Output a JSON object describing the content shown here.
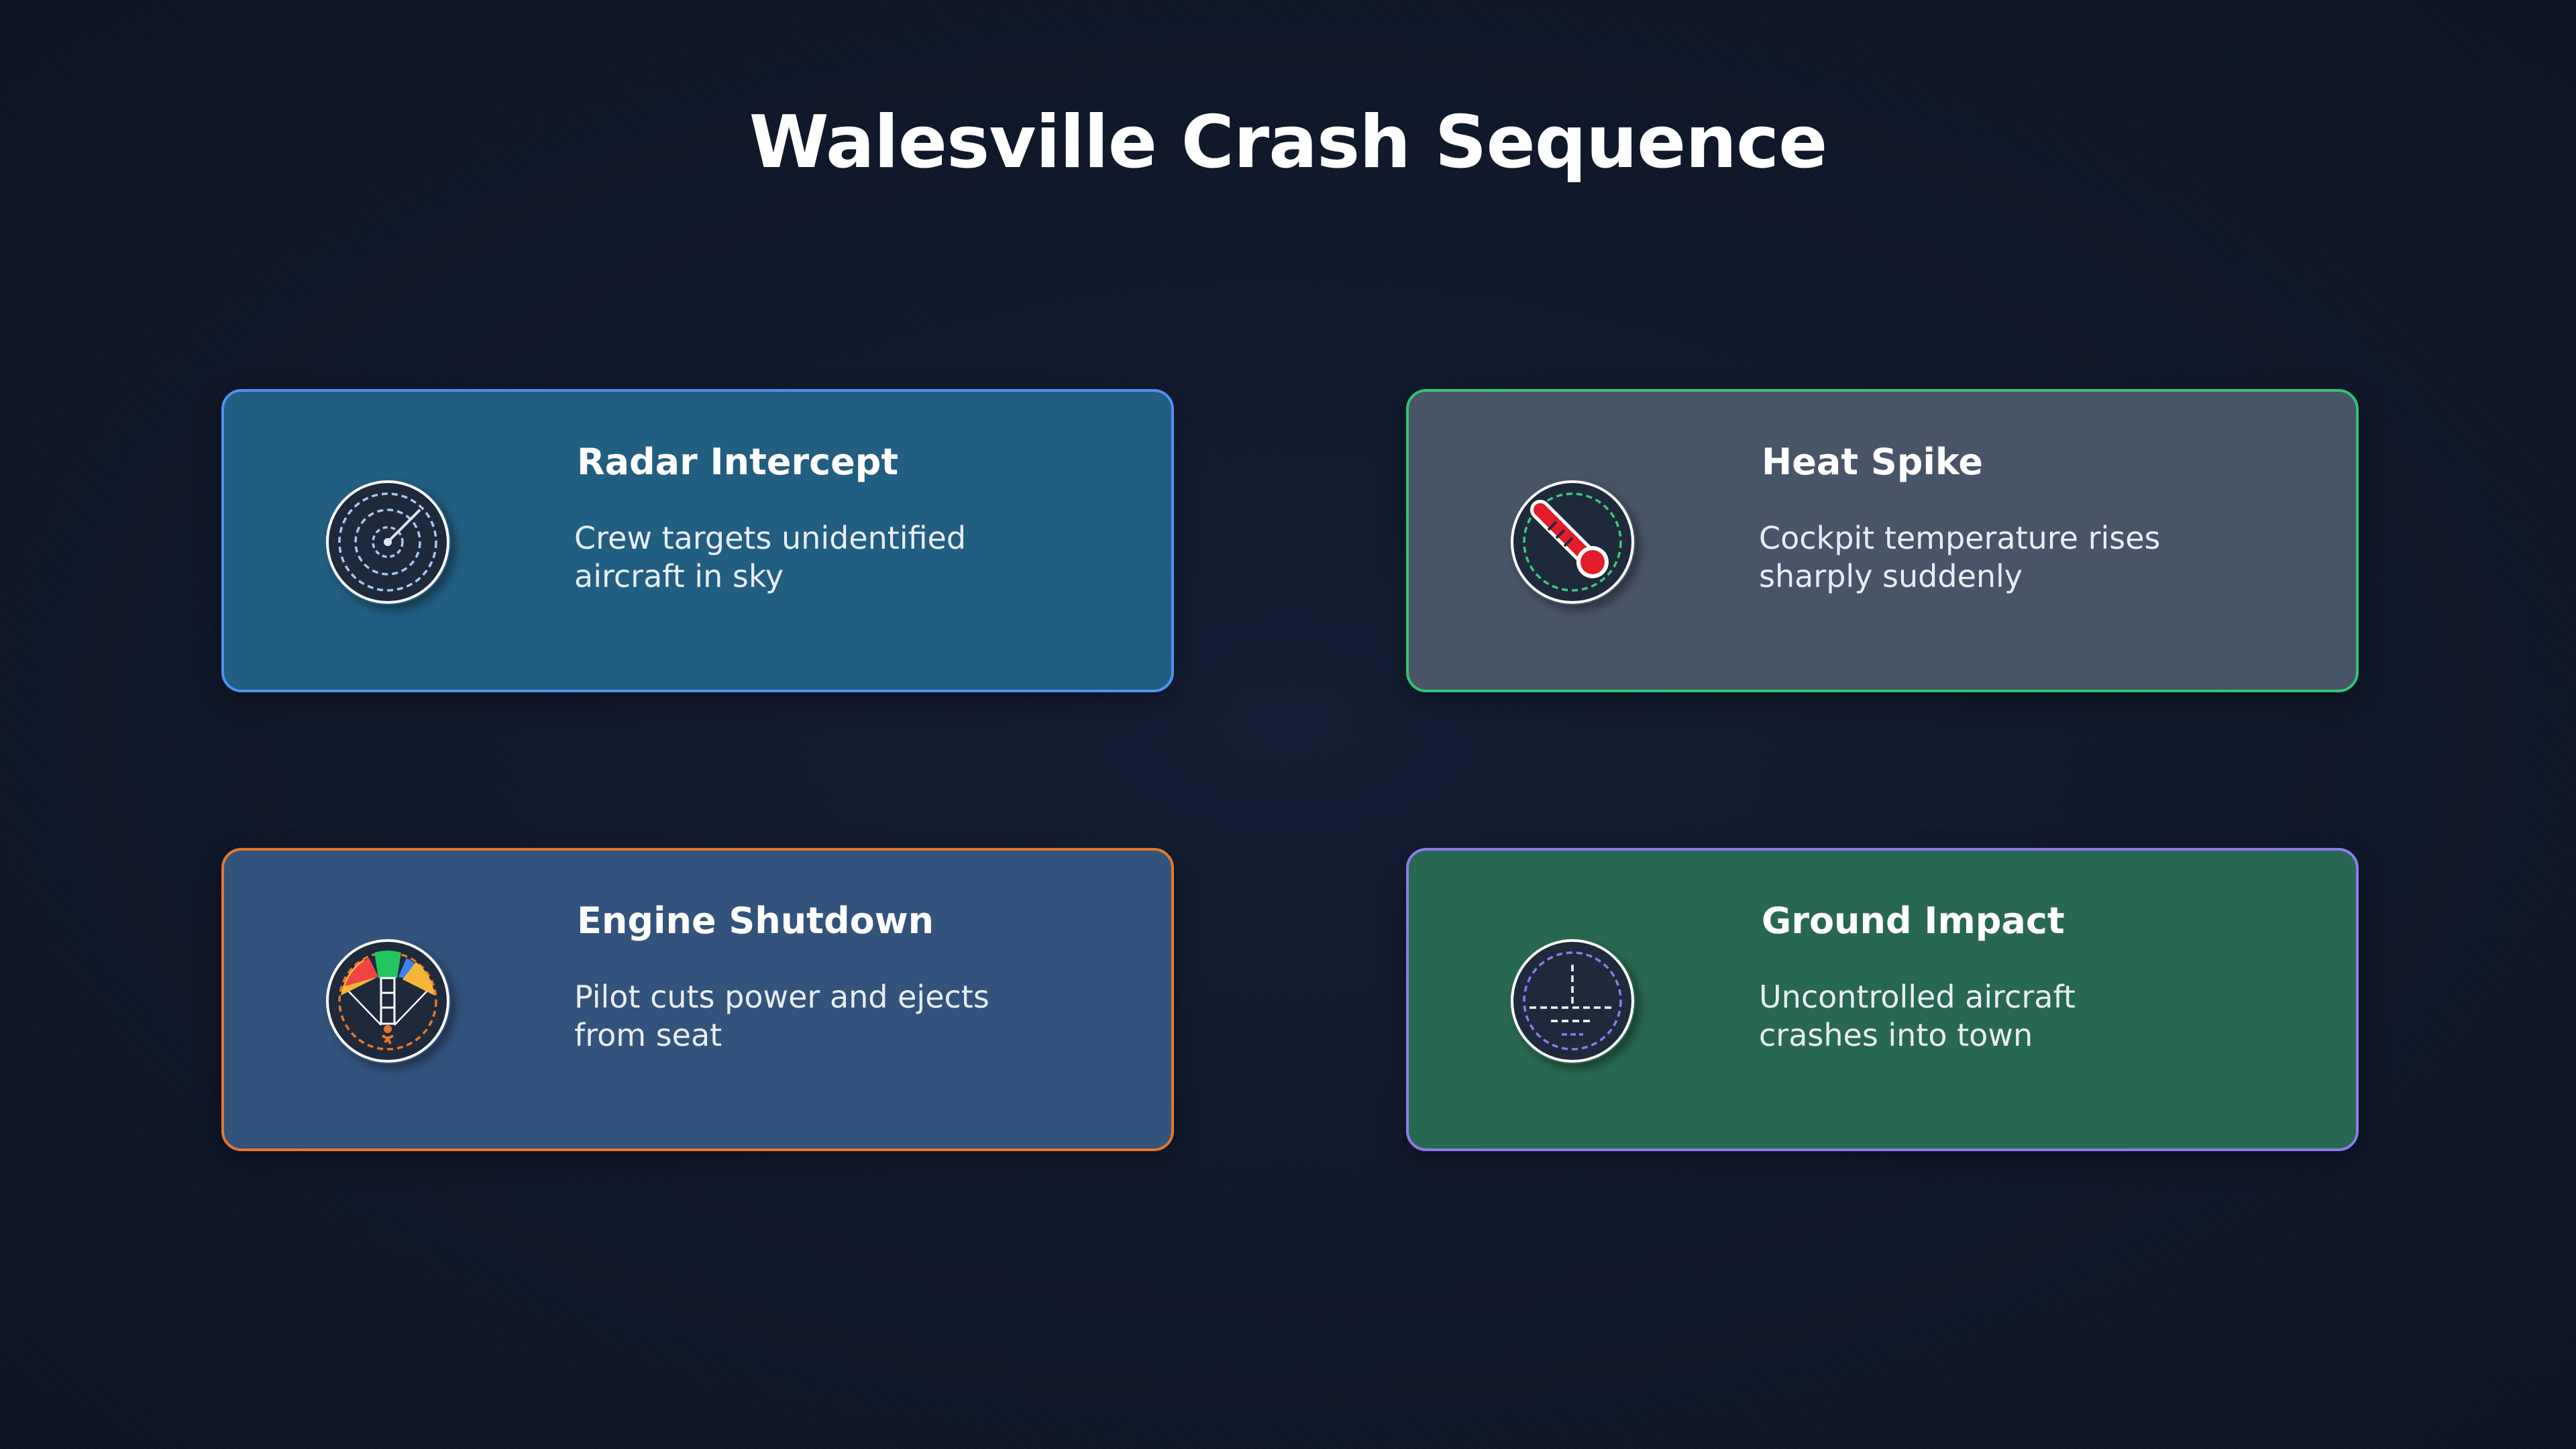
{
  "title": "Walesville Crash Sequence",
  "cards": [
    {
      "title": "Radar Intercept",
      "description": "Crew targets unidentified aircraft in sky",
      "icon": "radar-icon",
      "fill_color": "#215e81",
      "border_color": "#4f92f0"
    },
    {
      "title": "Heat Spike",
      "description": "Cockpit temperature rises sharply suddenly",
      "icon": "thermometer-icon",
      "fill_color": "#485468",
      "border_color": "#33c374"
    },
    {
      "title": "Engine Shutdown",
      "description": "Pilot cuts power and ejects from seat",
      "icon": "parachute-icon",
      "fill_color": "#32537c",
      "border_color": "#e5772b"
    },
    {
      "title": "Ground Impact",
      "description": "Uncontrolled aircraft crashes into town",
      "icon": "impact-icon",
      "fill_color": "#286850",
      "border_color": "#8a7cf0"
    }
  ]
}
